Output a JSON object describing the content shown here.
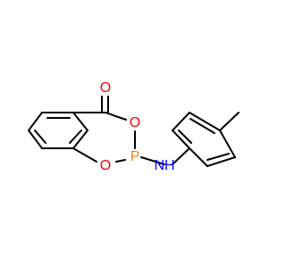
{
  "atom_labels": {
    "carbonyl_oxygen": "O",
    "ring_oxygen_top": "O",
    "ring_oxygen_bottom": "O",
    "phosphorus": "P",
    "amine": "NH"
  },
  "element_colors": {
    "O": "#ff0000",
    "P": "#ff8000",
    "N": "#0000ff"
  }
}
